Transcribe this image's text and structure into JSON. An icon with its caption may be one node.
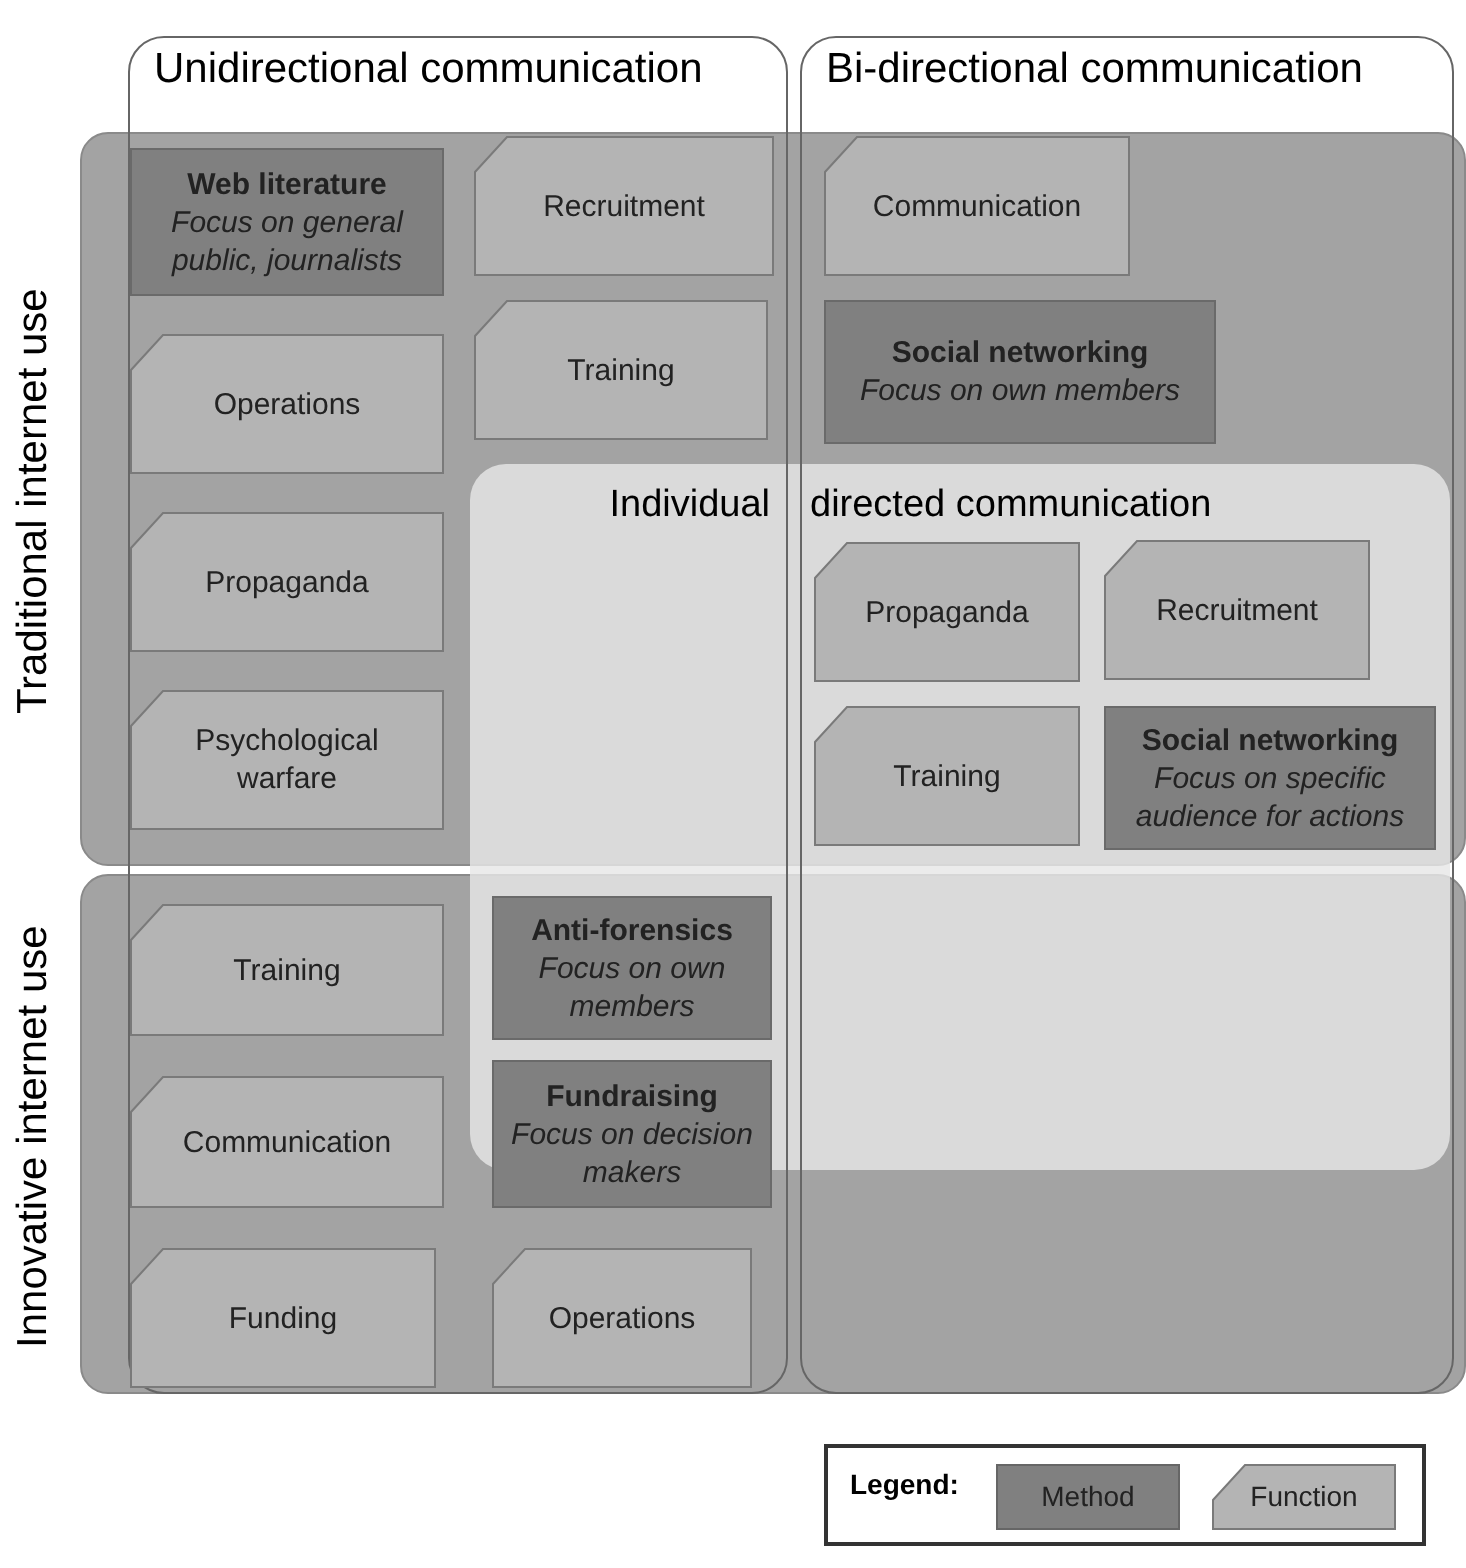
{
  "diagram": {
    "nodes": [
      {
        "text": [
          "Unidirectional communication"
        ]
      },
      {
        "text": [
          "Bi-directional communication"
        ]
      },
      {
        "text": [
          "Traditional internet use"
        ]
      },
      {
        "text": [
          "Web literature",
          "Focus on general public, journalists"
        ]
      },
      {
        "text": [
          "Recruitment"
        ]
      },
      {
        "text": [
          "Operations"
        ]
      },
      {
        "text": [
          "Training"
        ]
      },
      {
        "text": [
          "Communication"
        ]
      },
      {
        "text": [
          "Social networking",
          "Focus on own members"
        ]
      },
      {
        "text": [
          "Propaganda"
        ]
      },
      {
        "text": [
          "Individual",
          "directed communication"
        ]
      },
      {
        "text": [
          "Propaganda"
        ]
      },
      {
        "text": [
          "Recruitment"
        ]
      },
      {
        "text": [
          "Psychological warfare"
        ]
      },
      {
        "text": [
          "Training"
        ]
      },
      {
        "text": [
          "Social networking",
          "Focus on specific audience for actions"
        ]
      },
      {
        "text": [
          "Innovative internet use"
        ]
      },
      {
        "text": [
          "Training"
        ]
      },
      {
        "text": [
          "Anti-forensics",
          "Focus on own members"
        ]
      },
      {
        "text": [
          "Communication"
        ]
      },
      {
        "text": [
          "Fundraising",
          "Focus on decision makers"
        ]
      },
      {
        "text": [
          "Funding"
        ]
      },
      {
        "text": [
          "Operations"
        ]
      }
    ],
    "edges": [],
    "labels": [
      "Legend:"
    ],
    "legend": [
      {
        "text": "Method",
        "color": "#808080"
      },
      {
        "text": "Function",
        "color": "#b4b4b4"
      }
    ]
  }
}
